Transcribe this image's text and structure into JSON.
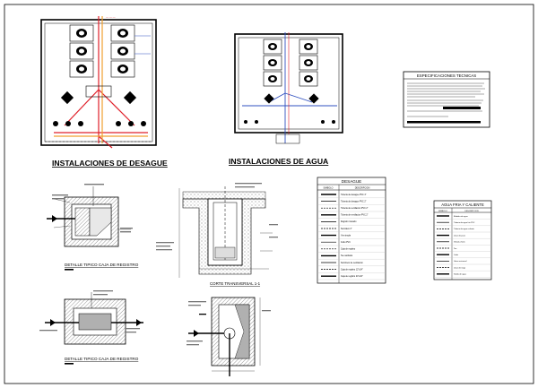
{
  "sheet": {
    "title_desague": "INSTALACIONES DE DESAGUE",
    "title_agua": "INSTALACIONES DE AGUA",
    "specs_title": "ESPECIFICACIONES TECNICAS",
    "legend_desague_title": "DESAGUE",
    "legend_agua_title": "AGUA FRIA Y CALIENTE",
    "legend_col_simbolo": "SIMBOLO",
    "legend_col_descripcion": "DESCRIPCION",
    "detail_1_caption": "DETALLE TIPICO CAJA DE REGISTRO",
    "detail_2_caption": "DETALLE TIPICO CAJA DE REGISTRO",
    "section_caption": "CORTE TRANSVERSAL 1-1"
  },
  "legend_desague": {
    "rows": [
      "Tuberia de desague PVC 4\"",
      "Tuberia de desague PVC 2\"",
      "Tuberia de ventilacion PVC 2\"",
      "Tuberia de ventilacion PVC 2\"",
      "Registro roscado",
      "Sumidero 2\"",
      "Yee simple",
      "Codo PVC",
      "Caja de registro",
      "Tee sanitaria",
      "Sombrero de ventilacion",
      "Caja de registro 12\"x24\"",
      "Caja de registro 24\"x24\""
    ]
  },
  "legend_agua": {
    "rows": [
      "Medidor de agua",
      "Tuberia de agua fria PVC",
      "Tuberia de agua caliente",
      "Llave de paso",
      "Valvula check",
      "Tee",
      "Codo",
      "Union universal",
      "Llave de riego",
      "Salida de agua"
    ]
  },
  "colors": {
    "ink": "#000000",
    "red_line": "#e0202a",
    "orange_line": "#f0a030",
    "blue_line": "#3050c0",
    "hatch_gray": "#9a9a9a"
  }
}
